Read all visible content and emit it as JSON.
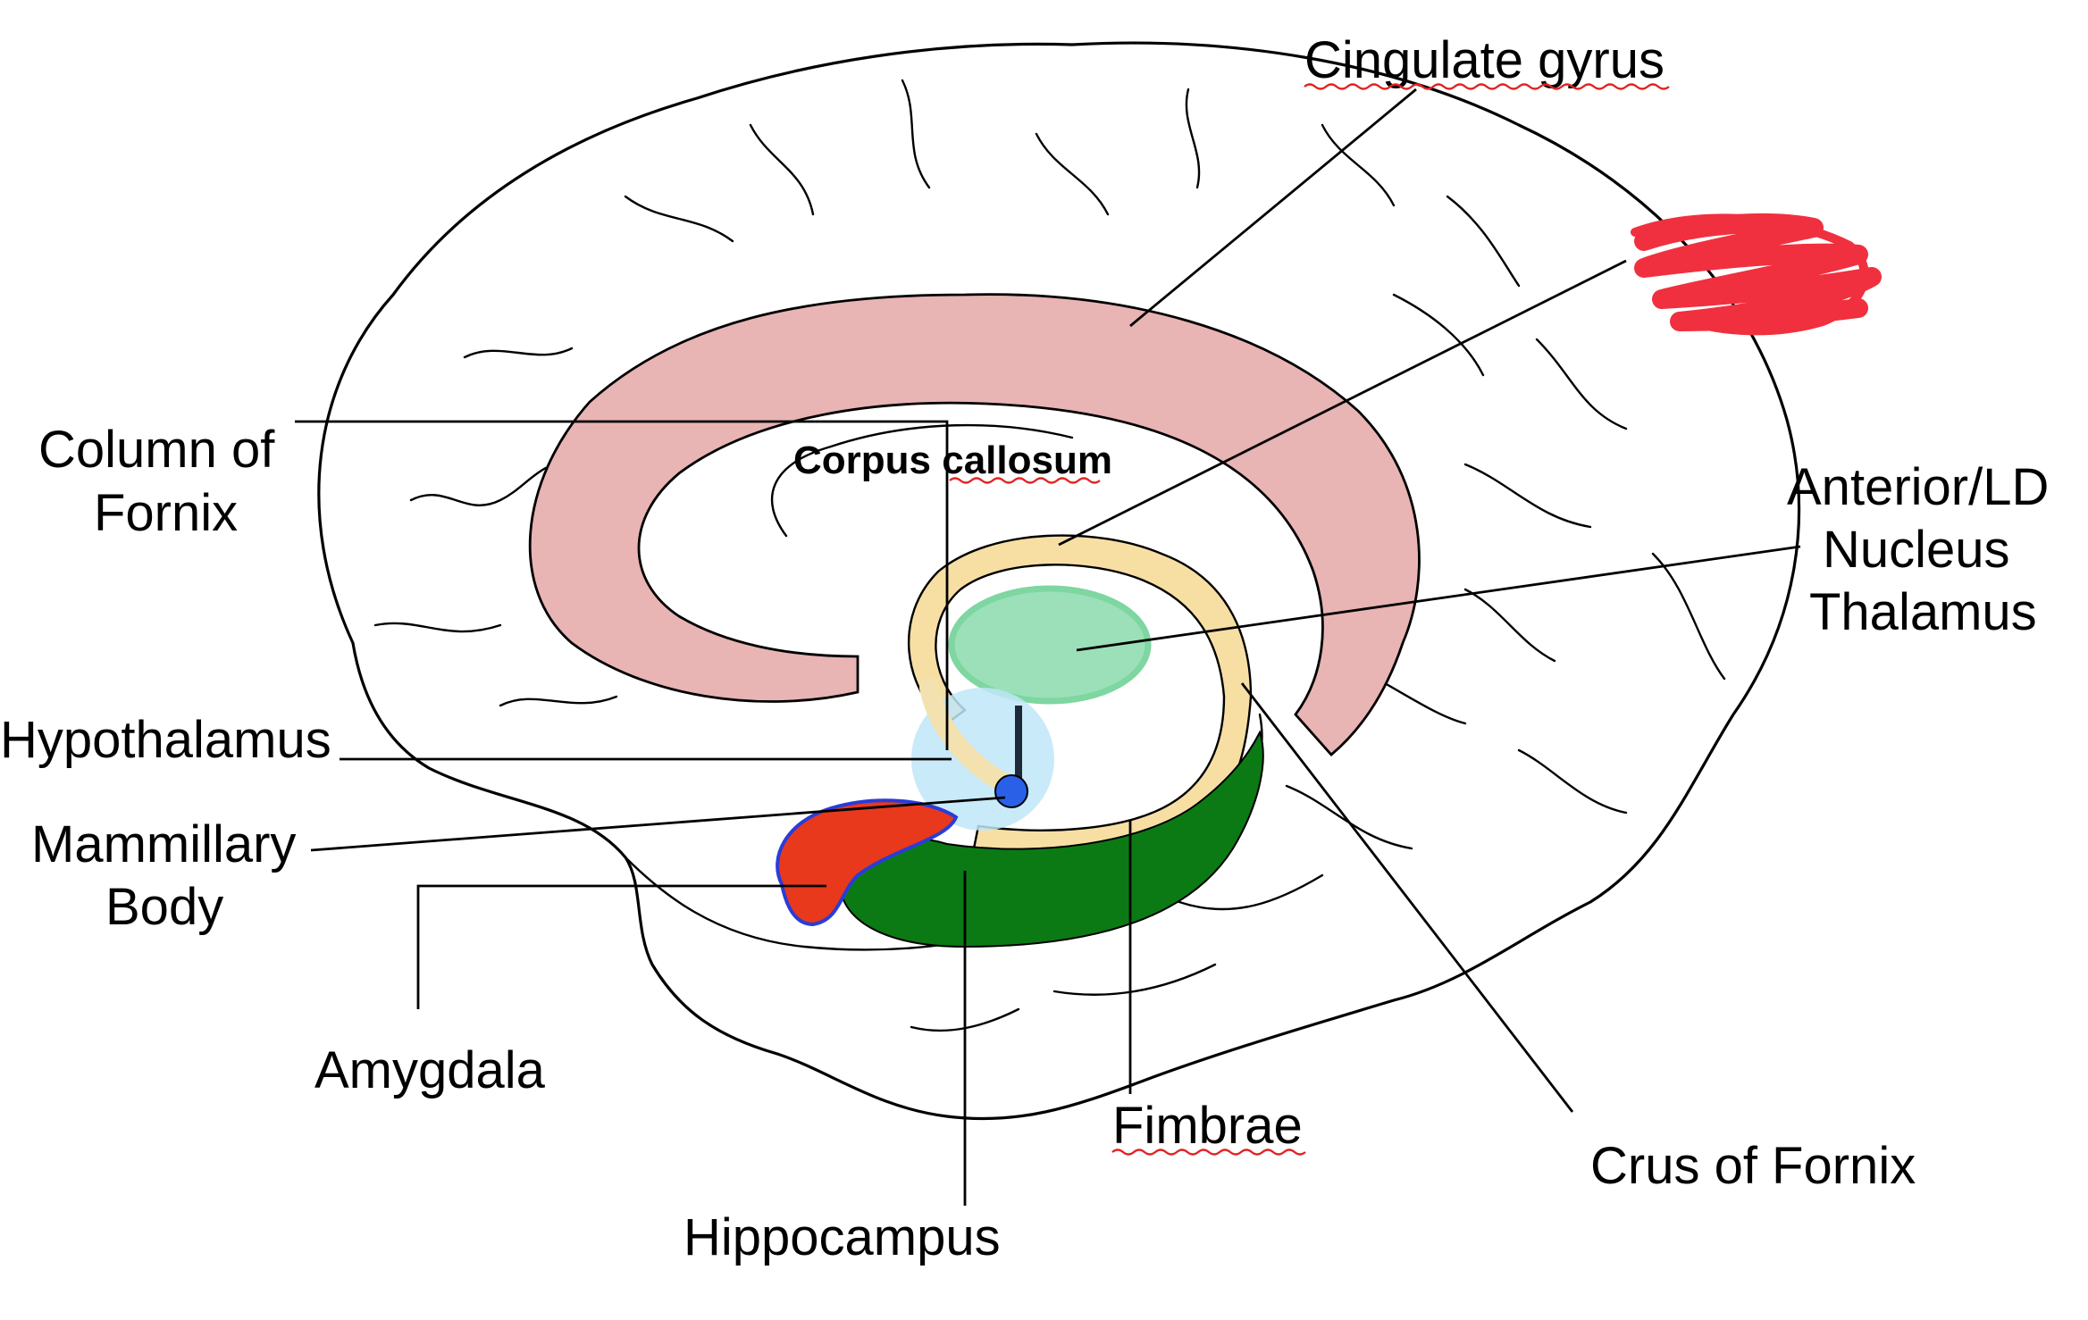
{
  "labels": {
    "cingulate_gyrus": "Cingulate gyrus",
    "column_of_fornix_line1": "Column of",
    "column_of_fornix_line2": "Fornix",
    "corpus_callosum": "Corpus callosum",
    "anterior_ld_line1": "Anterior/LD",
    "anterior_ld_line2": "Nucleus",
    "anterior_ld_line3": "Thalamus",
    "hypothalamus": "Hypothalamus",
    "mammillary_line1": "Mammillary",
    "mammillary_line2": "Body",
    "amygdala": "Amygdala",
    "hippocampus": "Hippocampus",
    "fimbrae": "Fimbrae",
    "crus_of_fornix": "Crus of Fornix"
  },
  "colors": {
    "cingulate_fill": "#e8b4b4",
    "fornix_fill": "#f7dfa4",
    "thalamus_fill": "#9be0b8",
    "thalamus_stroke": "#7ed6a0",
    "hypothalamus_fill": "#bfe6f8",
    "mammillary_fill": "#2a60e8",
    "amygdala_fill": "#e8391c",
    "amygdala_stroke": "#2a3cd8",
    "hippocampus_fill": "#0b7a14",
    "scribble": "#f0303e",
    "outline": "#000000"
  },
  "icons": {
    "redaction": "red-scribble-redaction"
  }
}
